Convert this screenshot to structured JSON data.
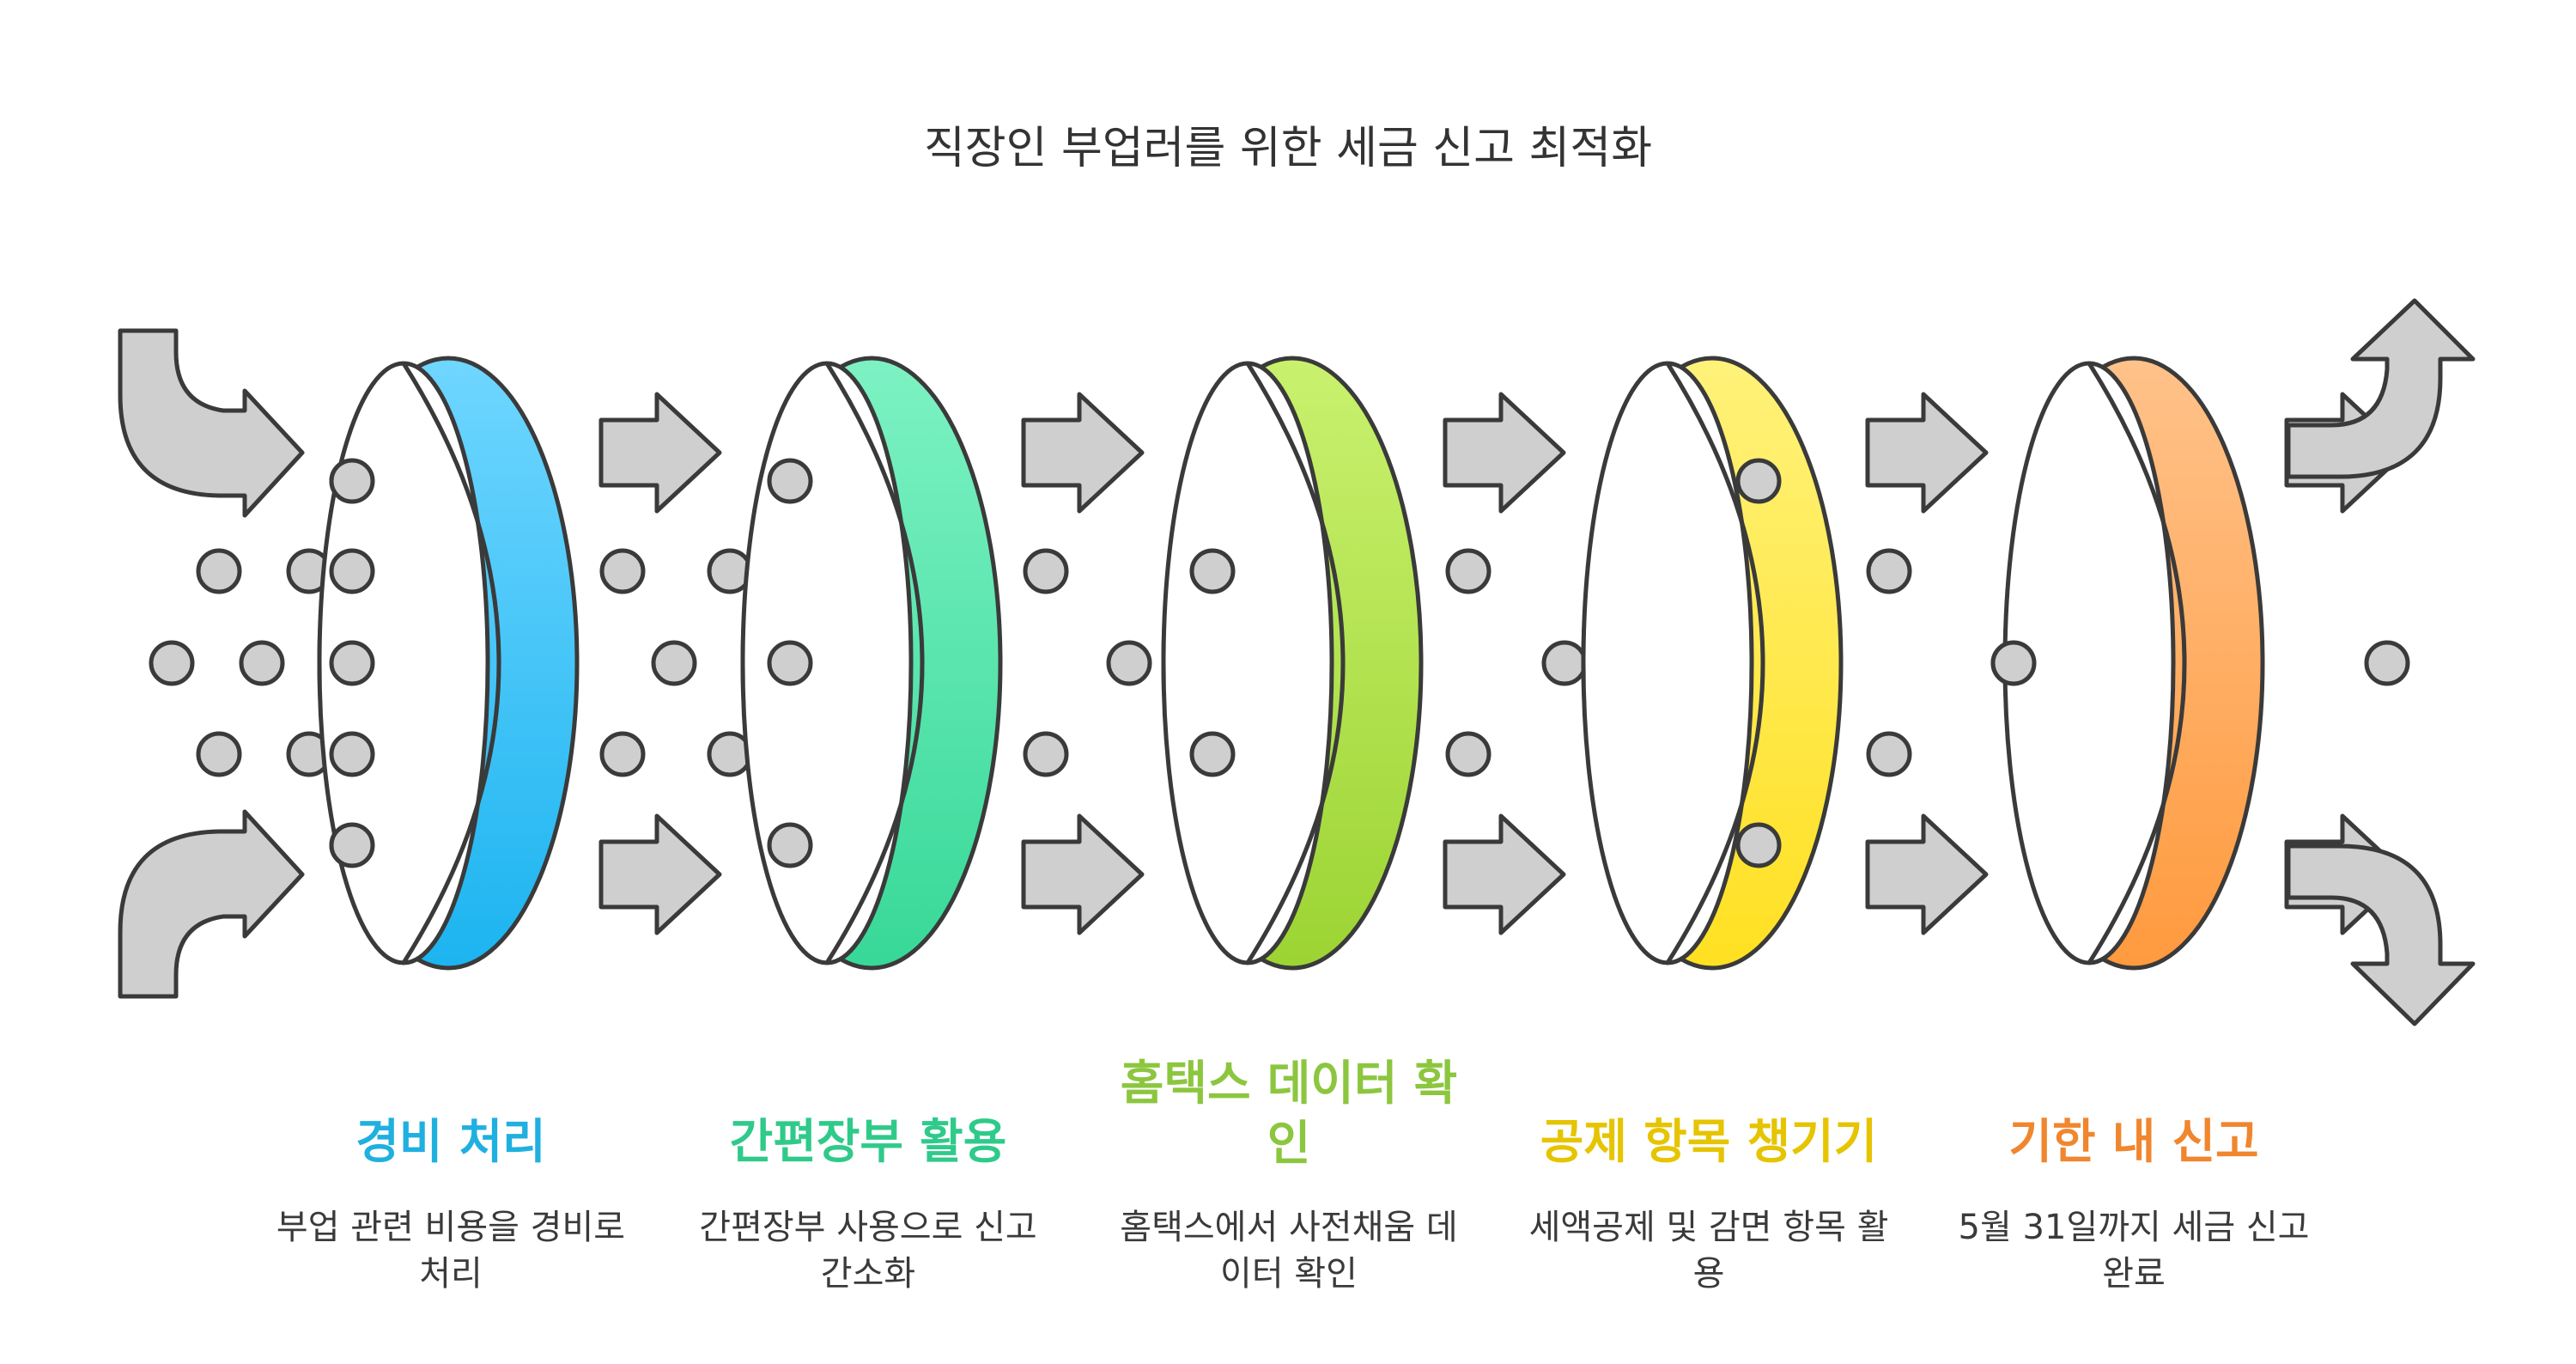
{
  "title": "직장인 부업러를 위한 세금 신고 최적화",
  "icons": {
    "input_arrow": "curved-arrow-icon",
    "flow_arrow": "right-arrow-icon",
    "output_arrow": "curved-arrow-icon",
    "particle": "circle-icon",
    "filter_ring": "ring-icon"
  },
  "colors": {
    "particle_fill": "#cfcfcf",
    "arrow_fill": "#cfcfcf",
    "outline": "#3a3a3a"
  },
  "steps": [
    {
      "title": "경비 처리",
      "desc": "부업 관련 비용을 경비로 처리",
      "color": "#1fb0e0",
      "ring_top": "#6fd6ff",
      "ring_bottom": "#1cb4f0"
    },
    {
      "title": "간편장부 활용",
      "desc": "간편장부 사용으로 신고 간소화",
      "color": "#2fca8a",
      "ring_top": "#7df2c3",
      "ring_bottom": "#37d898"
    },
    {
      "title": "홈택스 데이터 확인",
      "desc": "홈택스에서 사전채움 데이터 확인",
      "color": "#8cc63f",
      "ring_top": "#c9f16e",
      "ring_bottom": "#9cd433"
    },
    {
      "title": "공제 항목 챙기기",
      "desc": "세액공제 및 감면 항목 활용",
      "color": "#e6c400",
      "ring_top": "#fff27a",
      "ring_bottom": "#ffe021"
    },
    {
      "title": "기한 내 신고",
      "desc": "5월 31일까지 세금 신고 완료",
      "color": "#f0862e",
      "ring_top": "#ffc28a",
      "ring_bottom": "#ff9a3e"
    }
  ]
}
